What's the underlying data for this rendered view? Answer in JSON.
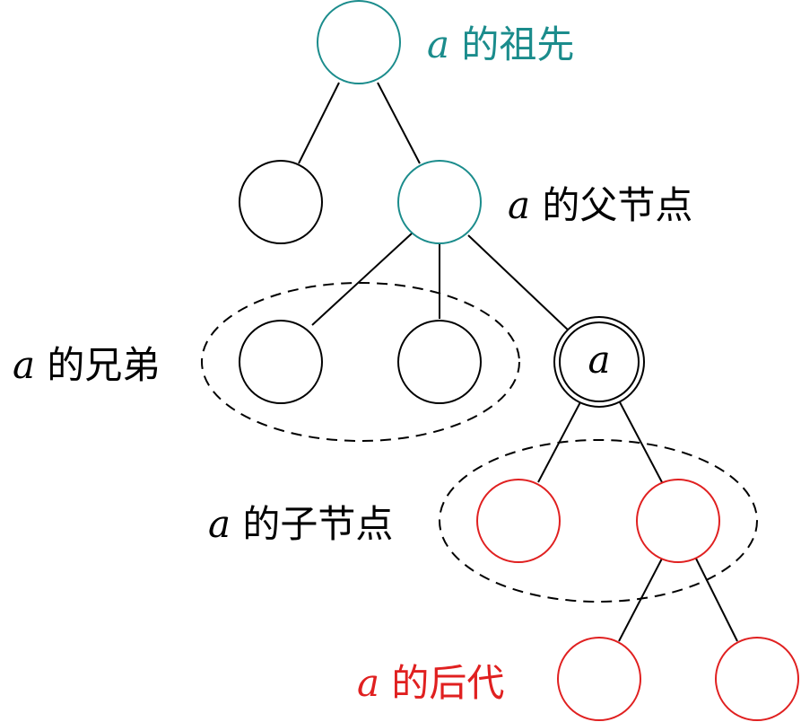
{
  "colors": {
    "teal": "#1b8c8c",
    "red": "#e02020",
    "black": "#000000"
  },
  "labels": {
    "ancestor": {
      "var": "a",
      "text": " 的祖先"
    },
    "parent": {
      "var": "a",
      "text": " 的父节点"
    },
    "siblings": {
      "var": "a",
      "text": " 的兄弟"
    },
    "children": {
      "var": "a",
      "text": " 的子节点"
    },
    "descendants": {
      "var": "a",
      "text": " 的后代"
    }
  },
  "node_a": "a"
}
